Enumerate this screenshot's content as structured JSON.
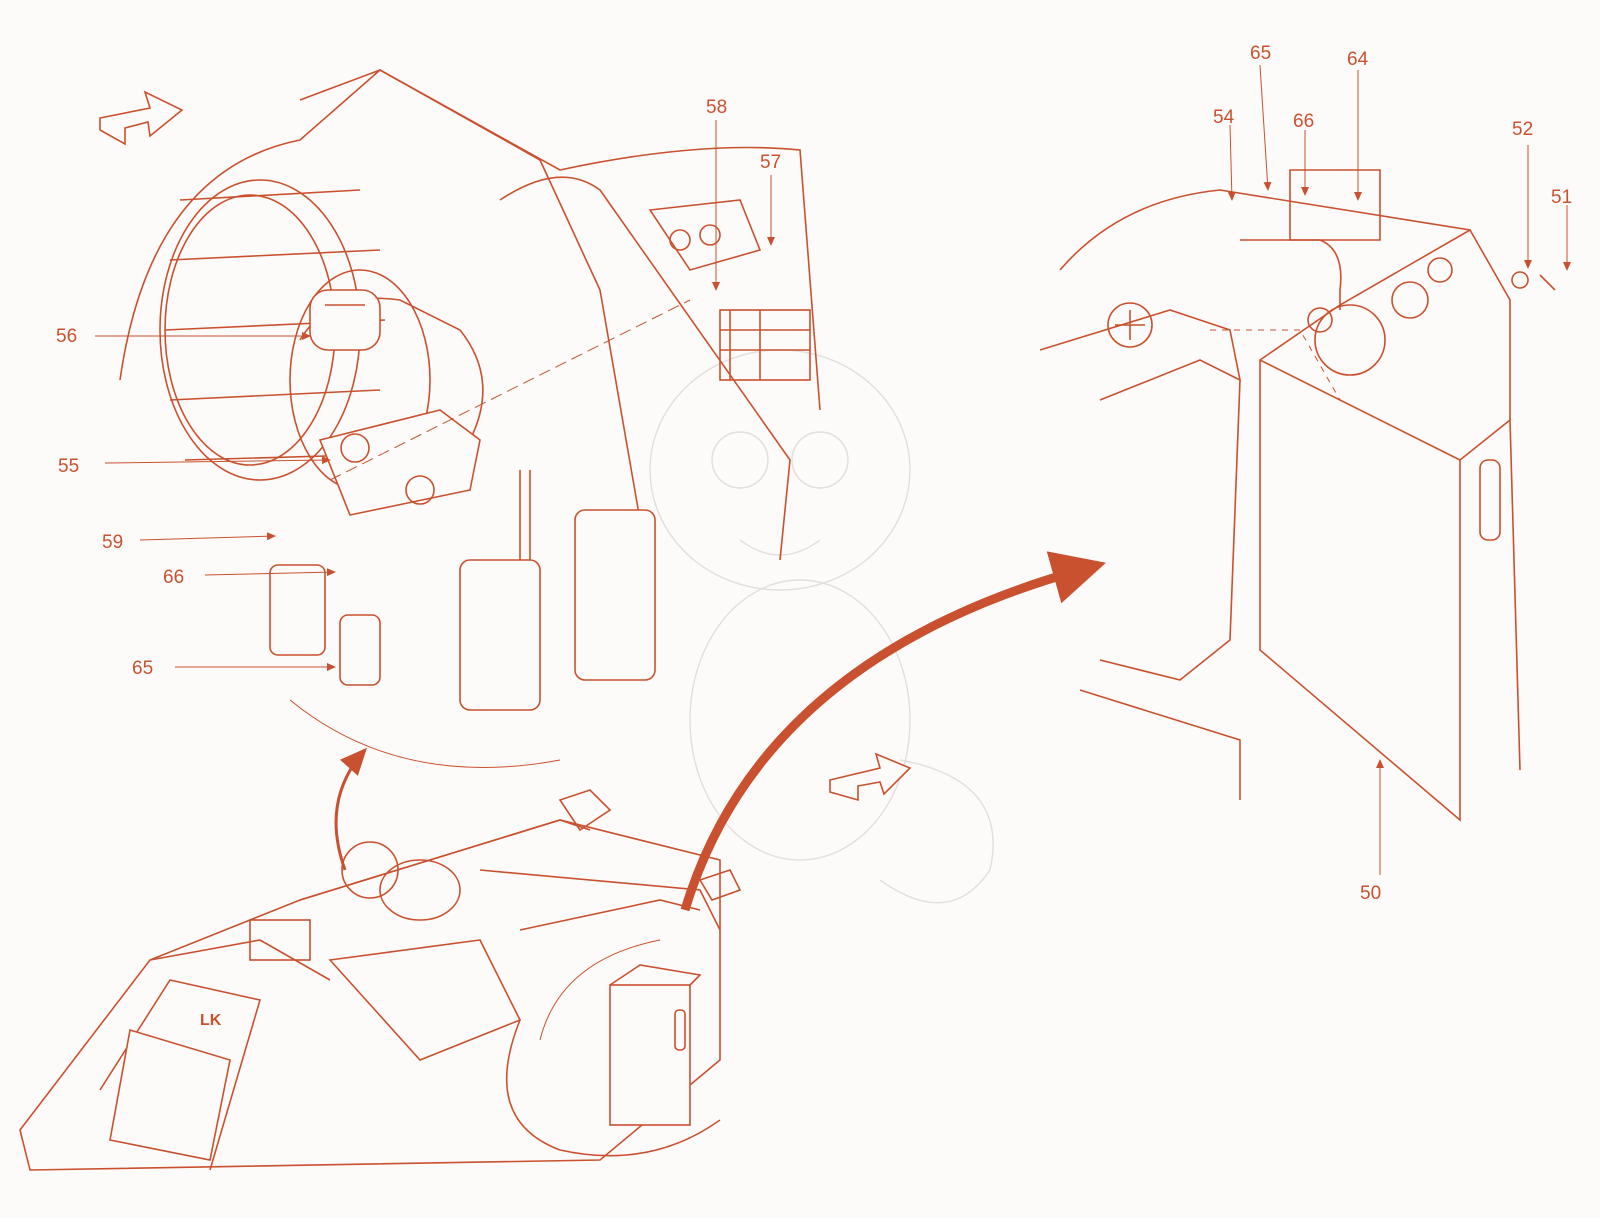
{
  "diagram": {
    "callouts": {
      "c58": "58",
      "c57": "57",
      "c56": "56",
      "c55": "55",
      "c59": "59",
      "c66_left": "66",
      "c65_left": "65",
      "c65_right": "65",
      "c64": "64",
      "c54": "54",
      "c66_right": "66",
      "c52": "52",
      "c51": "51",
      "c50": "50"
    },
    "labels": {
      "cab_logo": "LK"
    },
    "colors": {
      "line": "#c9512f",
      "background": "#fdfbf9",
      "watermark": "#e3dedb"
    },
    "icons": [
      "direction-arrow-icon",
      "curved-arrow-icon"
    ]
  }
}
